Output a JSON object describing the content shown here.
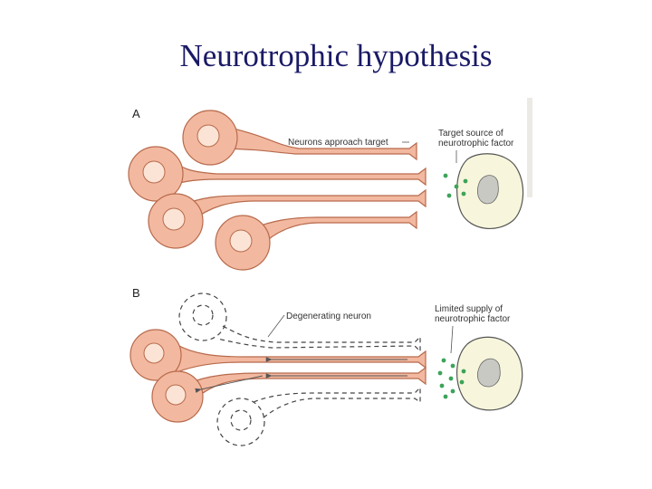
{
  "title": "Neurotrophic hypothesis",
  "panel_a": {
    "letter": "A",
    "neurons_label": "Neurons approach target",
    "target_label_line1": "Target source of",
    "target_label_line2": "neurotrophic factor"
  },
  "panel_b": {
    "letter": "B",
    "degenerating_label": "Degenerating neuron",
    "supply_label_line1": "Limited supply of",
    "supply_label_line2": "neurotrophic factor"
  },
  "colors": {
    "neuron_fill": "#f2b9a0",
    "neuron_stroke": "#b86a4c",
    "nucleus_fill": "#fbe4d6",
    "target_fill": "#f7f6dc",
    "target_nucleus": "#c9c9c4",
    "factor_dot": "#3ea35a",
    "title": "#1a1a66"
  }
}
